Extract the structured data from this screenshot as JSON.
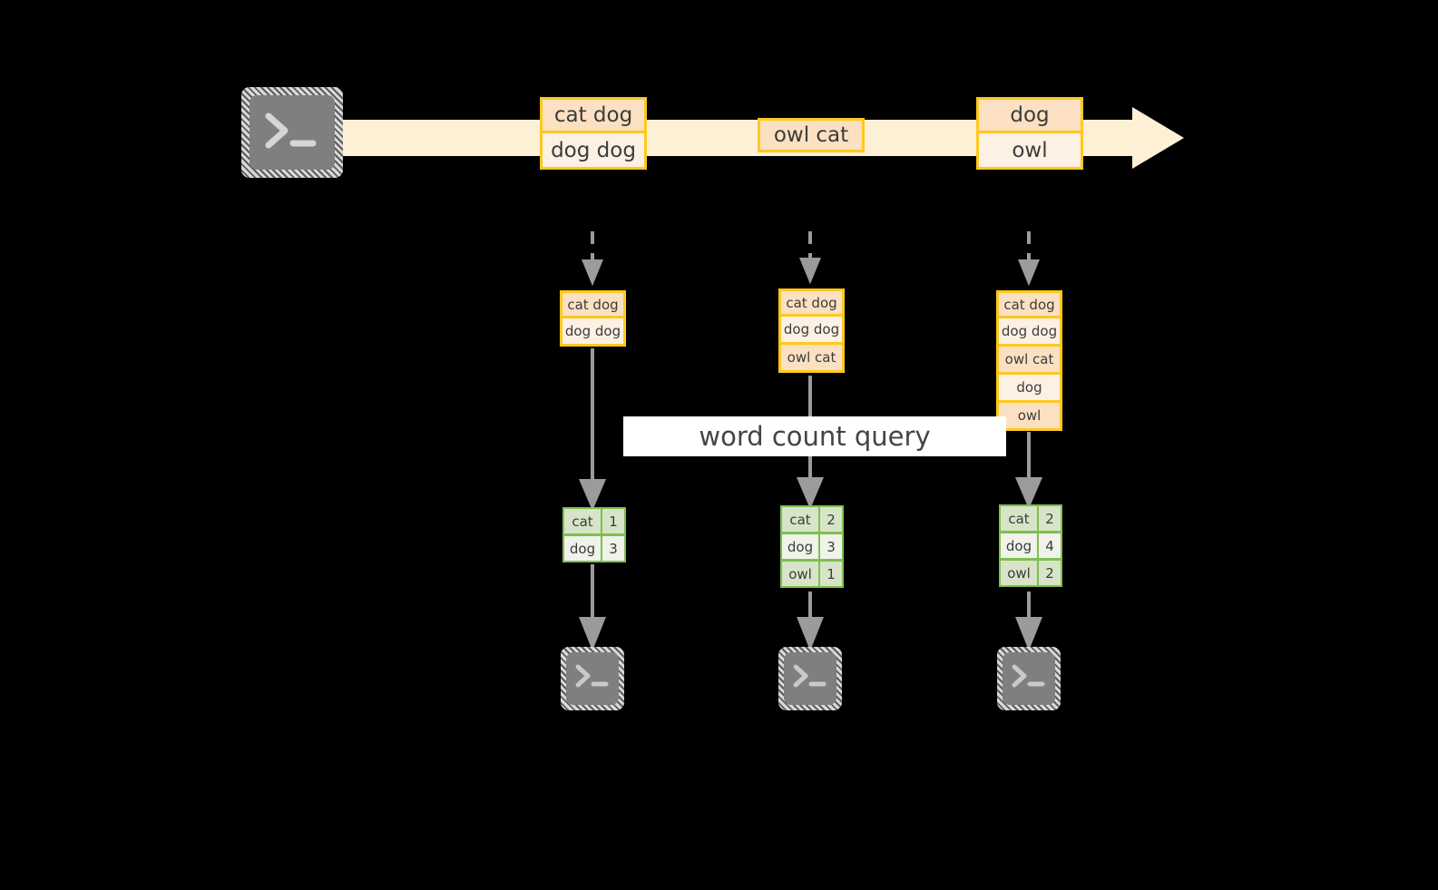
{
  "diagram": {
    "title_label": "word count query",
    "colors": {
      "background": "#000000",
      "stream_fill": "#fdf0d5",
      "box_border": "#ffc81e",
      "box_fill_dark": "#fbe0c2",
      "box_fill_light": "#fdf1e4",
      "table_border": "#7ebf4e",
      "table_fill_dark": "#d7e4c8",
      "table_fill_light": "#eff3ea",
      "arrow_gray": "#9b9b9b",
      "terminal_fill": "#808080",
      "text": "#3c3c3c"
    },
    "source": {
      "icon_name": "terminal-icon",
      "icon_glyph": ">_"
    },
    "stream": {
      "name": "event-stream-arrow",
      "events": [
        {
          "group_id": "event-group-1",
          "messages": [
            {
              "text": "cat dog",
              "shade": "dark"
            },
            {
              "text": "dog dog",
              "shade": "light"
            }
          ]
        },
        {
          "group_id": "event-group-2",
          "messages": [
            {
              "text": "owl cat",
              "shade": "dark"
            }
          ]
        },
        {
          "group_id": "event-group-3",
          "messages": [
            {
              "text": "dog",
              "shade": "dark"
            },
            {
              "text": "owl",
              "shade": "light"
            }
          ]
        }
      ]
    },
    "snapshots": [
      {
        "snapshot_id": "snapshot-1",
        "input_rows": [
          {
            "text": "cat dog",
            "shade": "dark"
          },
          {
            "text": "dog dog",
            "shade": "light"
          }
        ],
        "result_rows": [
          {
            "word": "cat",
            "count": "1",
            "shade": "dark"
          },
          {
            "word": "dog",
            "count": "3",
            "shade": "light"
          }
        ],
        "sink_icon_name": "terminal-icon",
        "sink_icon_glyph": ">_"
      },
      {
        "snapshot_id": "snapshot-2",
        "input_rows": [
          {
            "text": "cat dog",
            "shade": "dark"
          },
          {
            "text": "dog dog",
            "shade": "light"
          },
          {
            "text": "owl cat",
            "shade": "dark"
          }
        ],
        "result_rows": [
          {
            "word": "cat",
            "count": "2",
            "shade": "dark"
          },
          {
            "word": "dog",
            "count": "3",
            "shade": "light"
          },
          {
            "word": "owl",
            "count": "1",
            "shade": "dark"
          }
        ],
        "sink_icon_name": "terminal-icon",
        "sink_icon_glyph": ">_"
      },
      {
        "snapshot_id": "snapshot-3",
        "input_rows": [
          {
            "text": "cat dog",
            "shade": "dark"
          },
          {
            "text": "dog dog",
            "shade": "light"
          },
          {
            "text": "owl cat",
            "shade": "dark"
          },
          {
            "text": "dog",
            "shade": "light"
          },
          {
            "text": "owl",
            "shade": "dark"
          }
        ],
        "result_rows": [
          {
            "word": "cat",
            "count": "2",
            "shade": "dark"
          },
          {
            "word": "dog",
            "count": "4",
            "shade": "light"
          },
          {
            "word": "owl",
            "count": "2",
            "shade": "dark"
          }
        ],
        "sink_icon_name": "terminal-icon",
        "sink_icon_glyph": ">_"
      }
    ]
  }
}
